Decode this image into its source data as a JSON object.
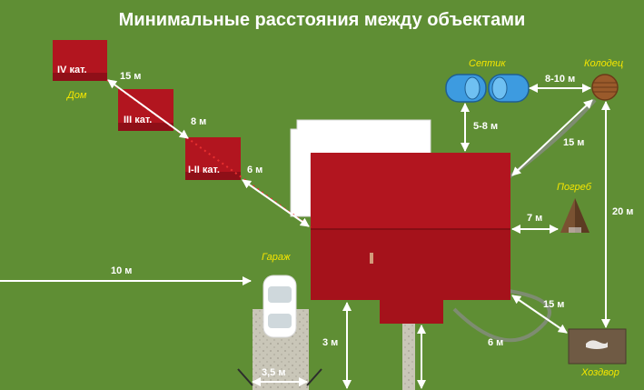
{
  "title": "Минимальные расстояния между объектами",
  "labels": {
    "dom": "Дом",
    "septik": "Септик",
    "kolodets": "Колодец",
    "pogreb": "Погреб",
    "garazh": "Гараж",
    "khozdvor": "Хоздвор"
  },
  "categories": {
    "cat4": "IV кат.",
    "cat3": "III кат.",
    "cat12": "I-II кат."
  },
  "distances": {
    "d_15_cat": "15 м",
    "d_8_cat": "8 м",
    "d_6_cat": "6 м",
    "d_septik_well": "8-10 м",
    "d_septik_house": "5-8 м",
    "d_well_house": "15 м",
    "d_pogreb": "7 м",
    "d_well_yard": "20 м",
    "d_10": "10 м",
    "d_house_yard": "15 м",
    "d_3": "3 м",
    "d_6_bottom": "6 м",
    "d_road": "3,5 м"
  },
  "colors": {
    "grass": "#5f8e34",
    "roof_red": "#b2151f",
    "roof_dark": "#8f0f18",
    "arrow": "#ffffff",
    "dotted": "#e83030",
    "label_yellow": "#f5e600",
    "septik_blue": "#3d9be0",
    "well_brown": "#9a5a2b"
  }
}
